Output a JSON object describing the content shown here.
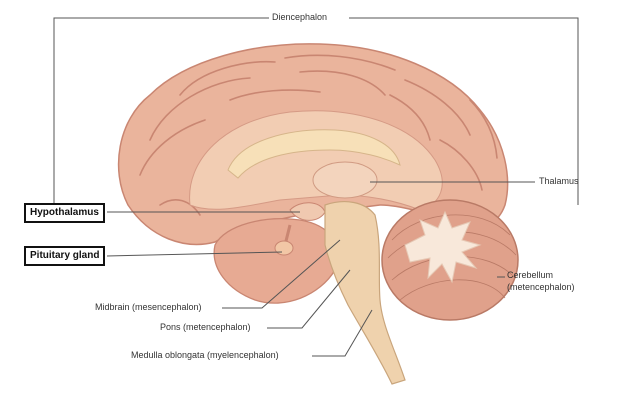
{
  "labels": {
    "diencephalon": "Diencephalon",
    "thalamus": "Thalamus",
    "hypothalamus": "Hypothalamus",
    "pituitary": "Pituitary gland",
    "cerebellum_line1": "Cerebellum",
    "cerebellum_line2": "(metencephalon)",
    "midbrain": "Midbrain (mesencephalon)",
    "pons": "Pons (metencephalon)",
    "medulla": "Medulla oblongata (myelencephalon)"
  },
  "colors": {
    "cortex": "#eab49c",
    "cortex_dark": "#c98672",
    "inner": "#f2cdb3",
    "stem": "#efd2ad",
    "cerebellum": "#e0a18b",
    "arbor": "#f8e8da",
    "line": "#555555"
  }
}
